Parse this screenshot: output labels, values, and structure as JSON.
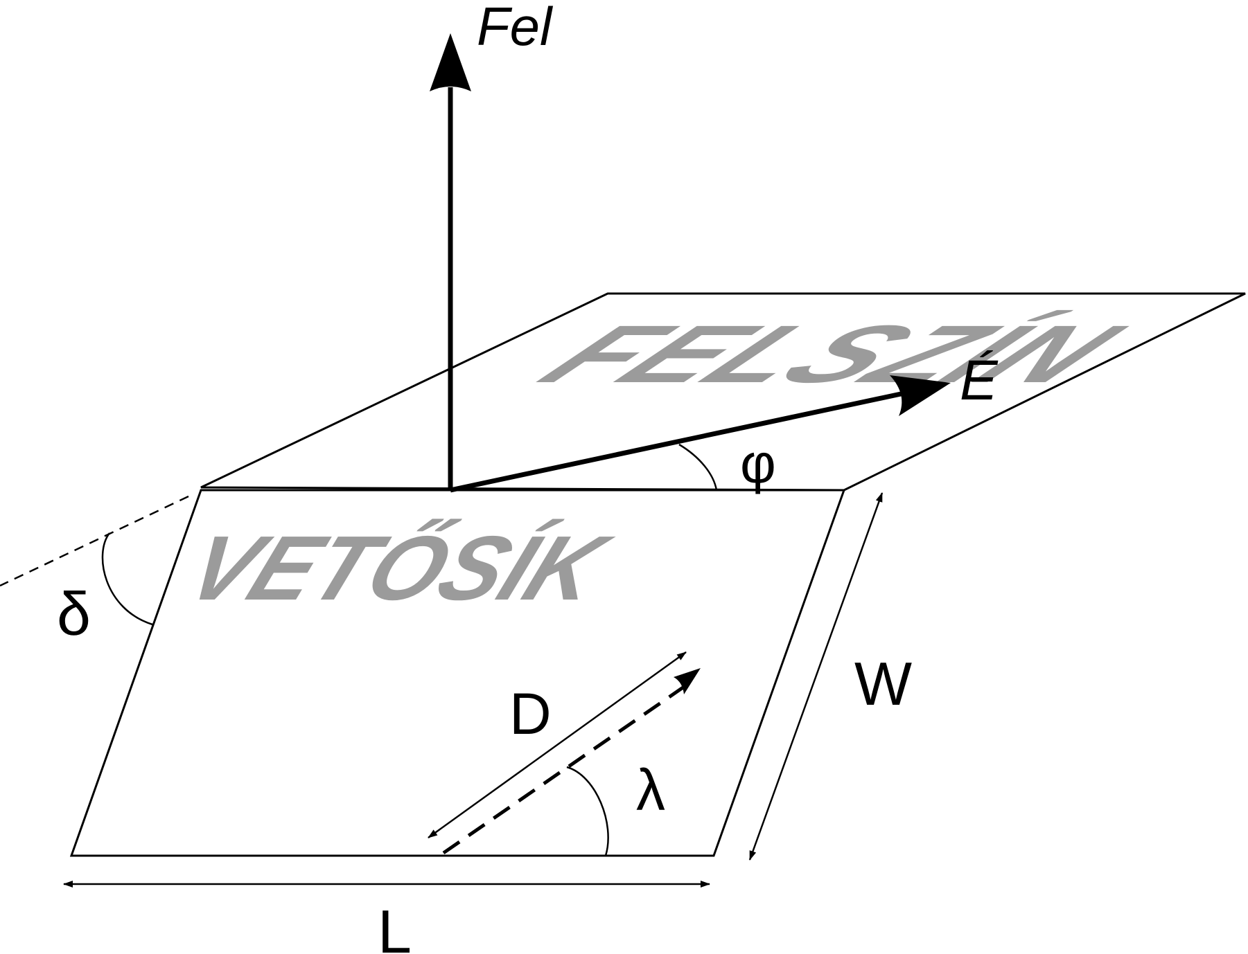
{
  "labels": {
    "up": "Fel",
    "north": "É",
    "strike_angle": "φ",
    "dip_angle": "δ",
    "rake_angle": "λ",
    "slip": "D",
    "width": "W",
    "length": "L"
  },
  "planes": {
    "surface": "FELSZÍN",
    "fault": "VETŐSÍK"
  },
  "colors": {
    "lines": "#000000",
    "plane_text": "#9b9b9b",
    "background": "#ffffff"
  }
}
